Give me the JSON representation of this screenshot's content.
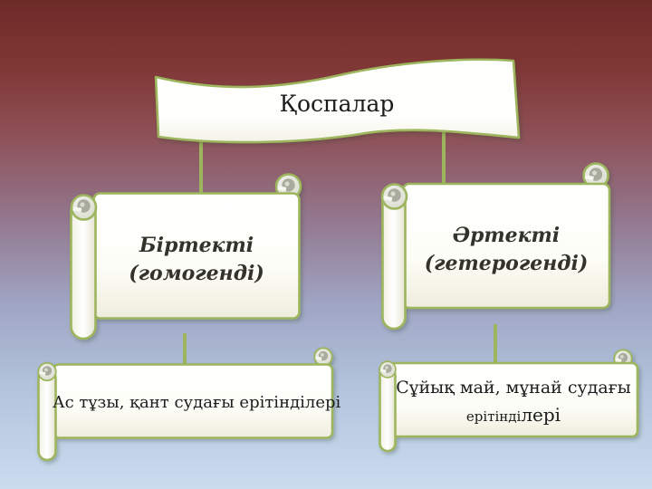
{
  "slide": {
    "background": {
      "gradient_top": "#6d2b28",
      "gradient_middle": "#93788f",
      "gradient_bottom": "#cadcee"
    },
    "accent": {
      "shape_border_green": "#9db55c",
      "shape_fill": "#ffffff",
      "scroll_curl_gray": "#a8ab9d",
      "text_color": "#1c1c1c"
    },
    "diagram": {
      "root": {
        "label": "Қоспалар"
      },
      "children": [
        {
          "id": "homogeneous",
          "line1": "Біртекті",
          "line2": "(гомогенді)"
        },
        {
          "id": "heterogeneous",
          "line1": "Әртекті",
          "line2": "(гетерогенді)"
        }
      ],
      "examples": [
        {
          "id": "homogeneous-examples",
          "text": "Ас тұзы, қант судағы ерітінділері"
        },
        {
          "id": "heterogeneous-examples",
          "line1": "Сұйық май, мұнай судағы",
          "line2_start": "ерітінді",
          "line2_end": "лері"
        }
      ]
    }
  }
}
